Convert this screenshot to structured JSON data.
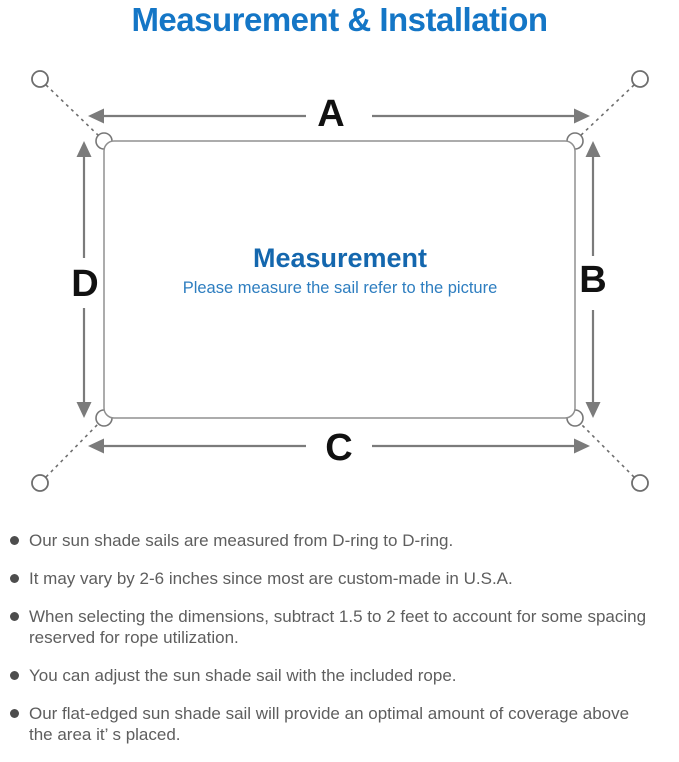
{
  "title": "Measurement & Installation",
  "diagram": {
    "labels": {
      "top": "A",
      "right": "B",
      "bottom": "C",
      "left": "D"
    },
    "center": {
      "heading": "Measurement",
      "subtitle": "Please measure the sail refer to the picture"
    }
  },
  "notes": [
    "Our sun shade sails are measured from D-ring to D-ring.",
    "It may vary by 2-6 inches since most are custom-made in U.S.A.",
    "When selecting the dimensions, subtract 1.5 to 2 feet to account for some spacing\nreserved for rope utilization.",
    "You can adjust the sun shade sail with the included rope.",
    "Our flat-edged sun shade sail will provide an optimal amount of coverage above\nthe area it’ s placed."
  ],
  "colors": {
    "title_blue": "#1476c6",
    "heading_blue": "#1467ae",
    "subtitle_blue": "#2e7ec0",
    "diagram_gray": "#7b7b7b",
    "outline_gray": "#909090",
    "note_text_gray": "#5e5e5e"
  }
}
